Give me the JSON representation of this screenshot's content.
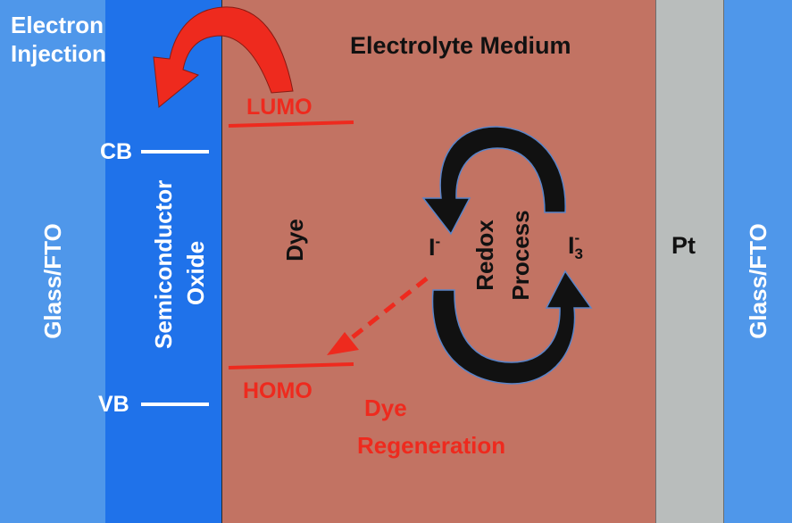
{
  "title": "Electrolyte Medium",
  "regions": {
    "glass_left": "Glass/FTO",
    "semiconductor_line1": "Semiconductor",
    "semiconductor_line2": "Oxide",
    "dye": "Dye",
    "counter_electrode": "Pt",
    "glass_right": "Glass/FTO"
  },
  "labels": {
    "electron_injection_line1": "Electron",
    "electron_injection_line2": "Injection",
    "cb": "CB",
    "vb": "VB",
    "lumo": "LUMO",
    "homo": "HOMO",
    "dye_regeneration_line1": "Dye",
    "dye_regeneration_line2": "Regeneration",
    "redox_line1": "Redox",
    "redox_line2": "Process",
    "iodide_base": "I",
    "iodide_sup": "-",
    "triiodide_base": "I",
    "triiodide_sup": "-",
    "triiodide_sub": "3"
  },
  "colors": {
    "glass": "#4f97ea",
    "semiconductor": "#1f72ea",
    "electrolyte": "#c27363",
    "platinum": "#b9bdbc",
    "red": "#ee2a1e",
    "white": "#ffffff",
    "black": "#111111"
  }
}
